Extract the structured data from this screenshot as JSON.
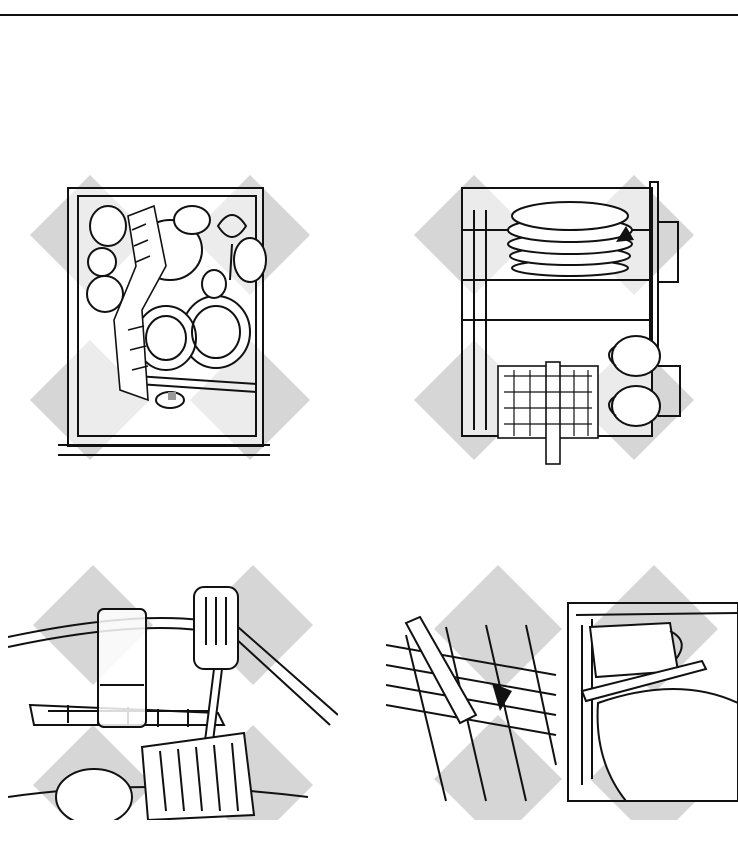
{
  "page": {
    "figures": [
      {
        "id": "upper-rack-top-view",
        "icon": "dish-rack-top-view-illustration"
      },
      {
        "id": "lower-rack-front-view",
        "icon": "plates-and-cups-rack-illustration"
      },
      {
        "id": "rack-shelf-with-spatula",
        "icon": "fold-down-shelf-illustration"
      },
      {
        "id": "rack-closeup-pair",
        "icon": "rack-tines-closeup-illustration"
      }
    ],
    "colors": {
      "watermark": "#d6d6d6",
      "line": "#111111",
      "shade": "#9a9a9a"
    }
  }
}
